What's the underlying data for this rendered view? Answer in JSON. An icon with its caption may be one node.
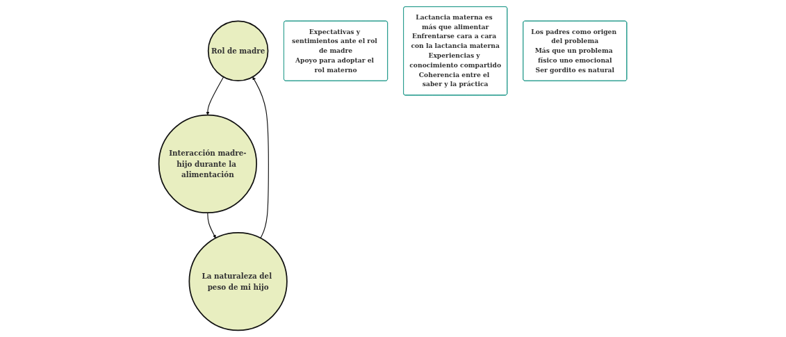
{
  "diagram": {
    "nodes": [
      {
        "text": [
          "Rol de madre"
        ]
      },
      {
        "text": [
          "Expectativas y sentimientos ante el rol de madre",
          "Apoyo para adoptar el rol materno"
        ]
      },
      {
        "text": [
          "Interacción madre-hijo durante la alimentación"
        ]
      },
      {
        "text": [
          "Lactancia materna es más que alimentar",
          "Enfrentarse cara a cara con la lactancia materna",
          "Experiencias y conocimiento compartido",
          "Coherencia entre el saber y la práctica"
        ]
      },
      {
        "text": [
          "La naturaleza del peso de mi hijo"
        ]
      },
      {
        "text": [
          "Los padres como origen del problema",
          "Más que un problema físico uno emocional",
          "Ser gordito es natural"
        ]
      }
    ],
    "edges": [
      {
        "from": 0,
        "to": 2,
        "arrow": "to"
      },
      {
        "from": 2,
        "to": 4,
        "arrow": "to"
      },
      {
        "from": 4,
        "to": 0,
        "arrow": "to"
      }
    ]
  }
}
